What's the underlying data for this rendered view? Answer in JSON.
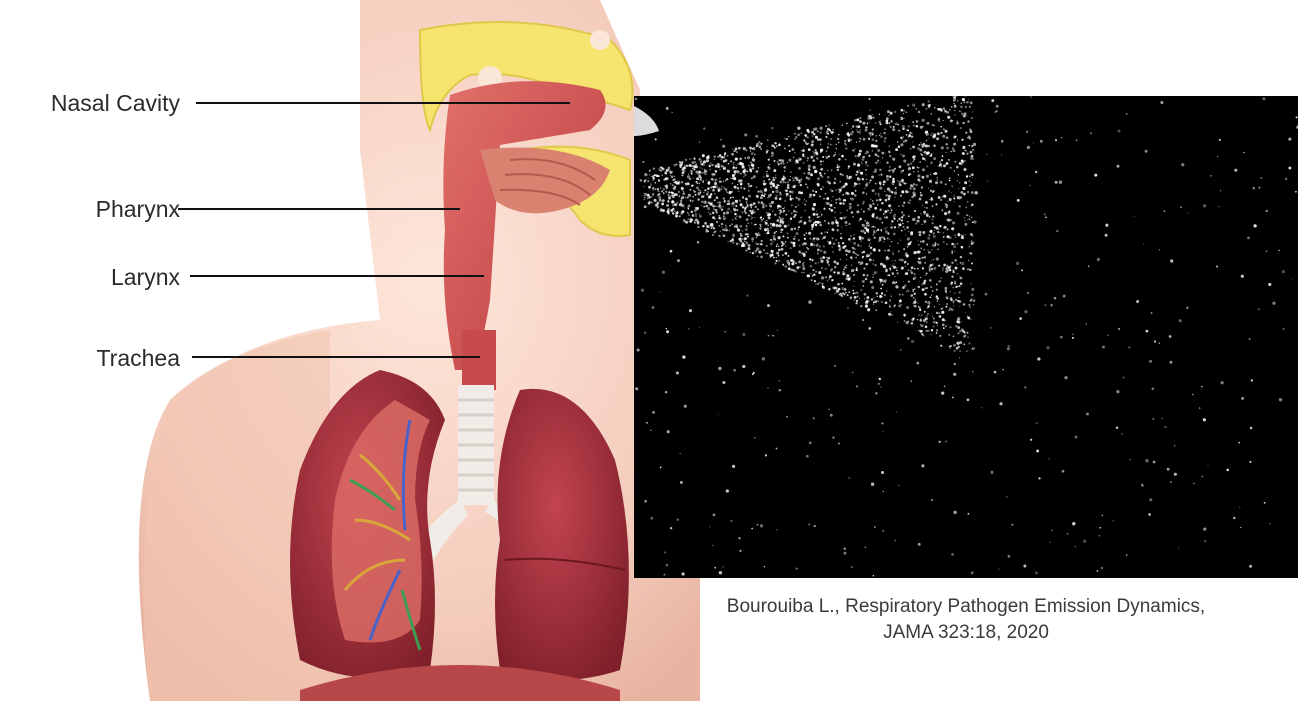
{
  "labels": {
    "nasal_cavity": "Nasal Cavity",
    "pharynx": "Pharynx",
    "larynx": "Larynx",
    "trachea": "Trachea"
  },
  "caption": {
    "line1": "Bourouiba L., Respiratory Pathogen Emission Dynamics,",
    "line2": "JAMA 323:18, 2020"
  },
  "colors": {
    "skin": "#f6d8c9",
    "tissue": "#d2524f",
    "lung": "#9a2a32",
    "bone": "#f3e36a",
    "cartilage": "#f1ece8",
    "spray_bg": "#000000",
    "spray_particle": "#ffffff"
  }
}
